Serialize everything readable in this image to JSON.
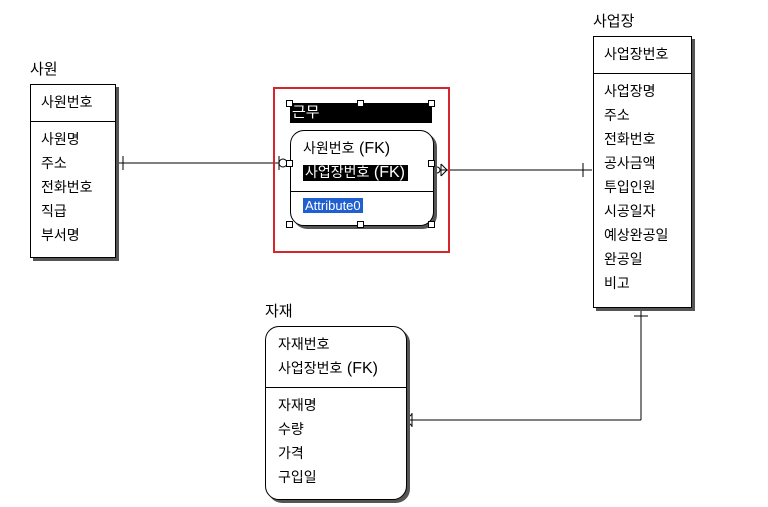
{
  "entities": {
    "employee": {
      "title": "사원",
      "keys": [
        "사원번호"
      ],
      "attributes": [
        "사원명",
        "주소",
        "전화번호",
        "직급",
        "부서명"
      ]
    },
    "work": {
      "title": "근무",
      "keys": [
        {
          "name": "사원번호",
          "fk": "(FK)"
        },
        {
          "name": "사업장번호",
          "fk": "(FK)"
        }
      ],
      "new_attribute": "Attribute0"
    },
    "site": {
      "title": "사업장",
      "keys": [
        "사업장번호"
      ],
      "attributes": [
        "사업장명",
        "주소",
        "전화번호",
        "공사금액",
        "투입인원",
        "시공일자",
        "예상완공일",
        "완공일",
        "비고"
      ]
    },
    "material": {
      "title": "자재",
      "keys": [
        {
          "name": "자재번호",
          "fk": ""
        },
        {
          "name": "사업장번호",
          "fk": "(FK)"
        }
      ],
      "attributes": [
        "자재명",
        "수량",
        "가격",
        "구입일"
      ]
    }
  },
  "colors": {
    "selection_border": "#d5262c",
    "highlight_bg": "#000000",
    "edit_bg": "#1f5fcf"
  }
}
